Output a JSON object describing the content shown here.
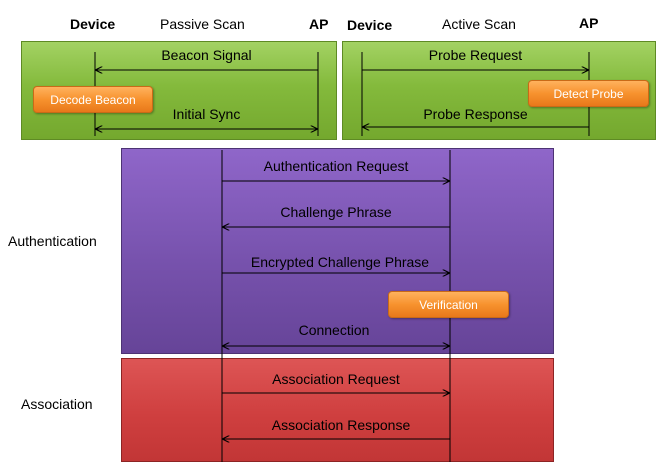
{
  "passive": {
    "device": "Device",
    "title": "Passive Scan",
    "ap": "AP",
    "messages": [
      "Beacon Signal",
      "Initial Sync"
    ],
    "box": "Decode Beacon"
  },
  "active": {
    "device": "Device",
    "title": "Active Scan",
    "ap": "AP",
    "messages": [
      "Probe Request",
      "Probe Response"
    ],
    "box": "Detect Probe"
  },
  "authentication": {
    "label": "Authentication",
    "messages": [
      "Authentication Request",
      "Challenge Phrase",
      "Encrypted Challenge Phrase",
      "Connection"
    ],
    "box": "Verification"
  },
  "association": {
    "label": "Association",
    "messages": [
      "Association Request",
      "Association Response"
    ]
  }
}
